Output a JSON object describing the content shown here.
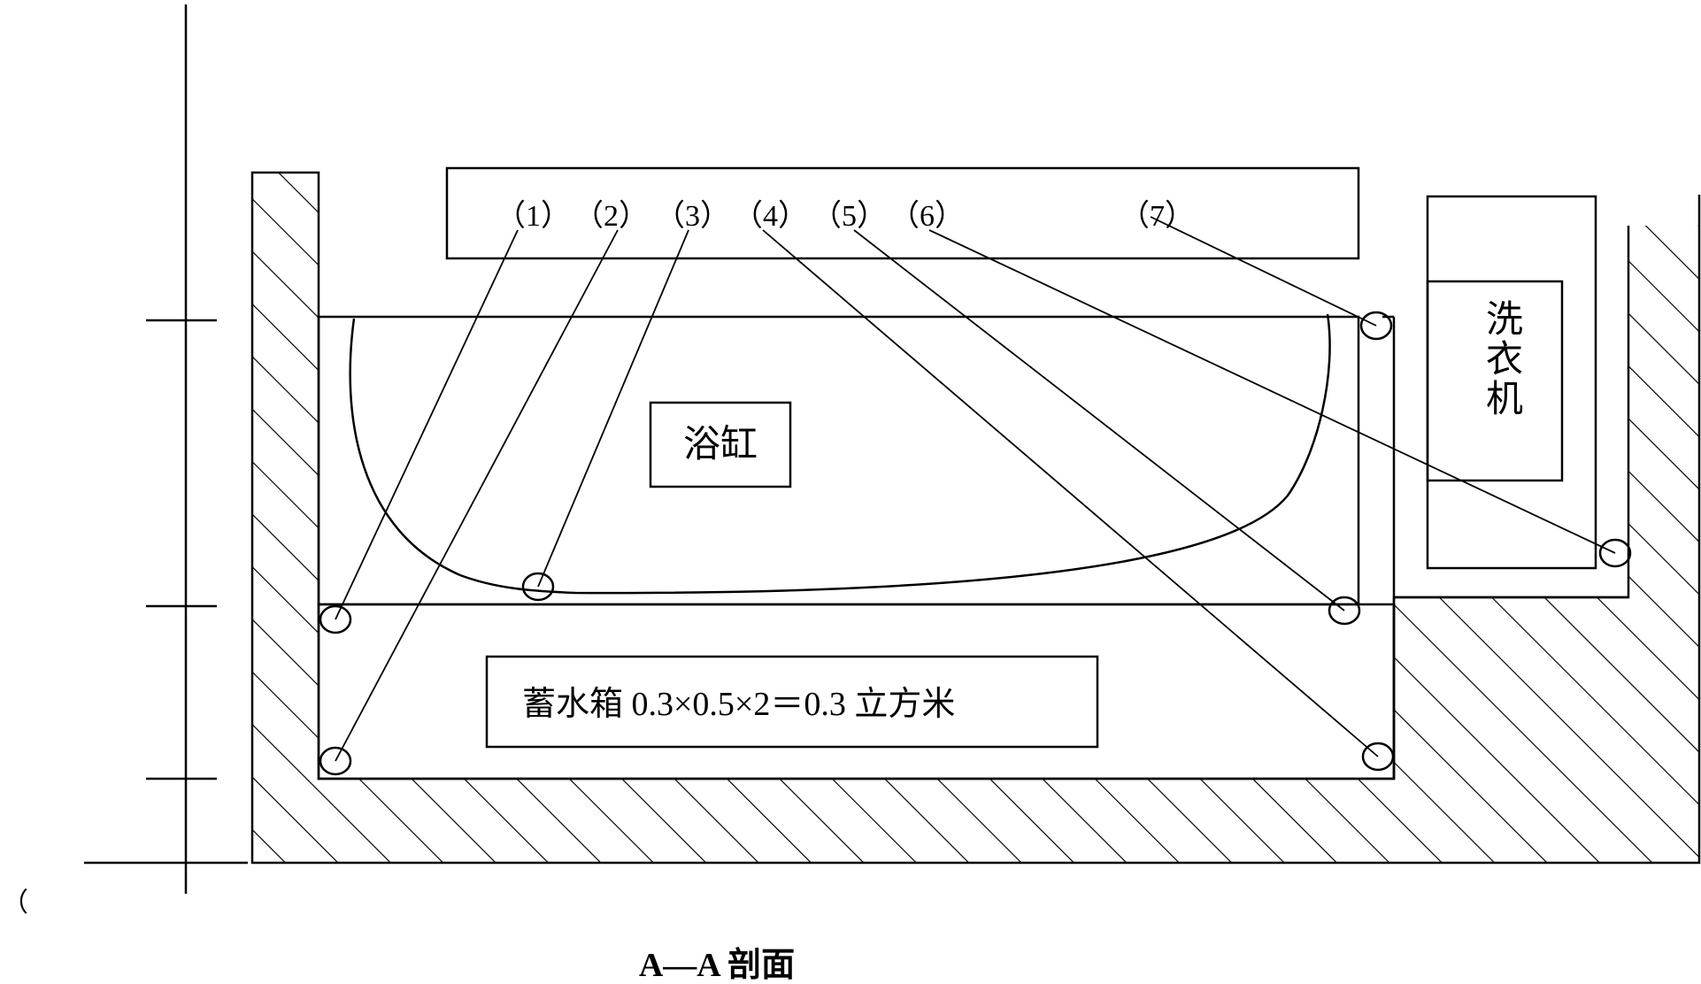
{
  "labels": {
    "bathtub": "浴缸",
    "washer": [
      "洗",
      "衣",
      "机"
    ],
    "tank": "蓄水箱 0.3×0.5×2＝0.3 立方米",
    "section_title": "A—A 剖面",
    "stray_mark": "（"
  },
  "pipe_numbers": [
    "（1）",
    "（2）",
    "（3）",
    "（4）",
    "（5）",
    "（6）",
    "（7）"
  ]
}
